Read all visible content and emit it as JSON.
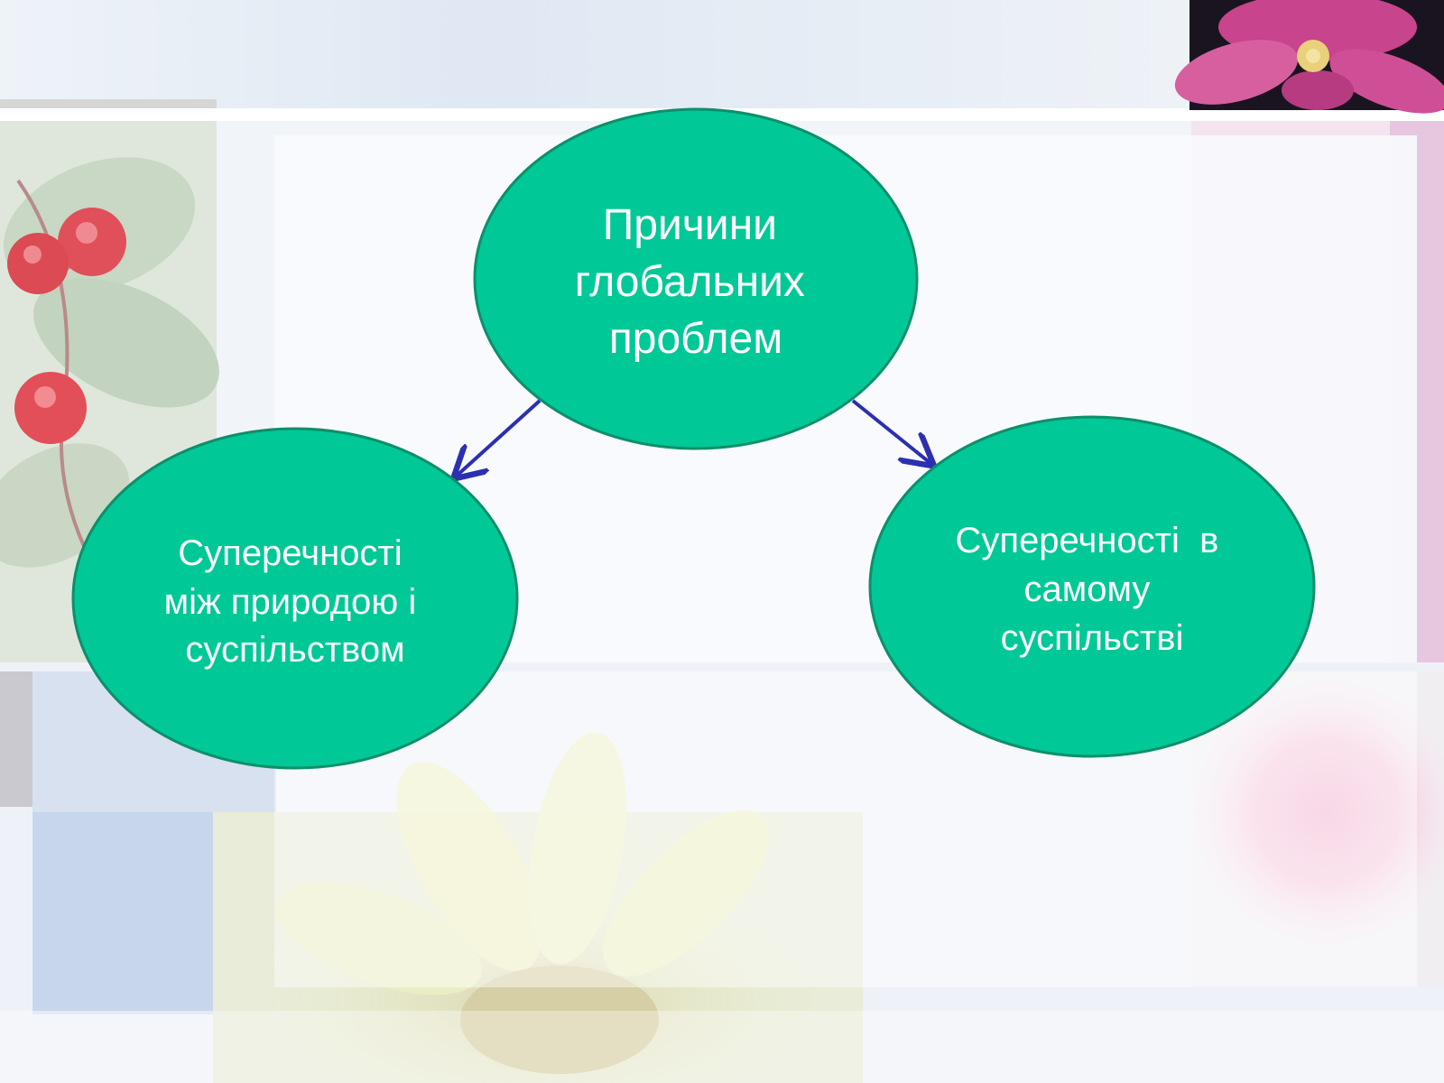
{
  "slide": {
    "nodes": [
      {
        "id": "root",
        "lines": [
          "Причини",
          "глобальних",
          "проблем"
        ]
      },
      {
        "id": "left",
        "lines": [
          "Суперечності",
          "між природою і",
          "суспільством"
        ]
      },
      {
        "id": "right",
        "lines": [
          "Суперечності  в",
          "самому",
          "суспільстві"
        ]
      }
    ],
    "edges": [
      {
        "from": "root",
        "to": "left"
      },
      {
        "from": "root",
        "to": "right"
      }
    ]
  },
  "colors": {
    "node_fill": "#00c896",
    "node_stroke": "#0d8f6a",
    "arrow": "#2b2fb0",
    "text": "#ffffff"
  },
  "background": {
    "decorative_images": [
      "red-berries",
      "pink-clematis-flower",
      "yellow-daisy-flower",
      "pink-fluffy-flower"
    ]
  }
}
